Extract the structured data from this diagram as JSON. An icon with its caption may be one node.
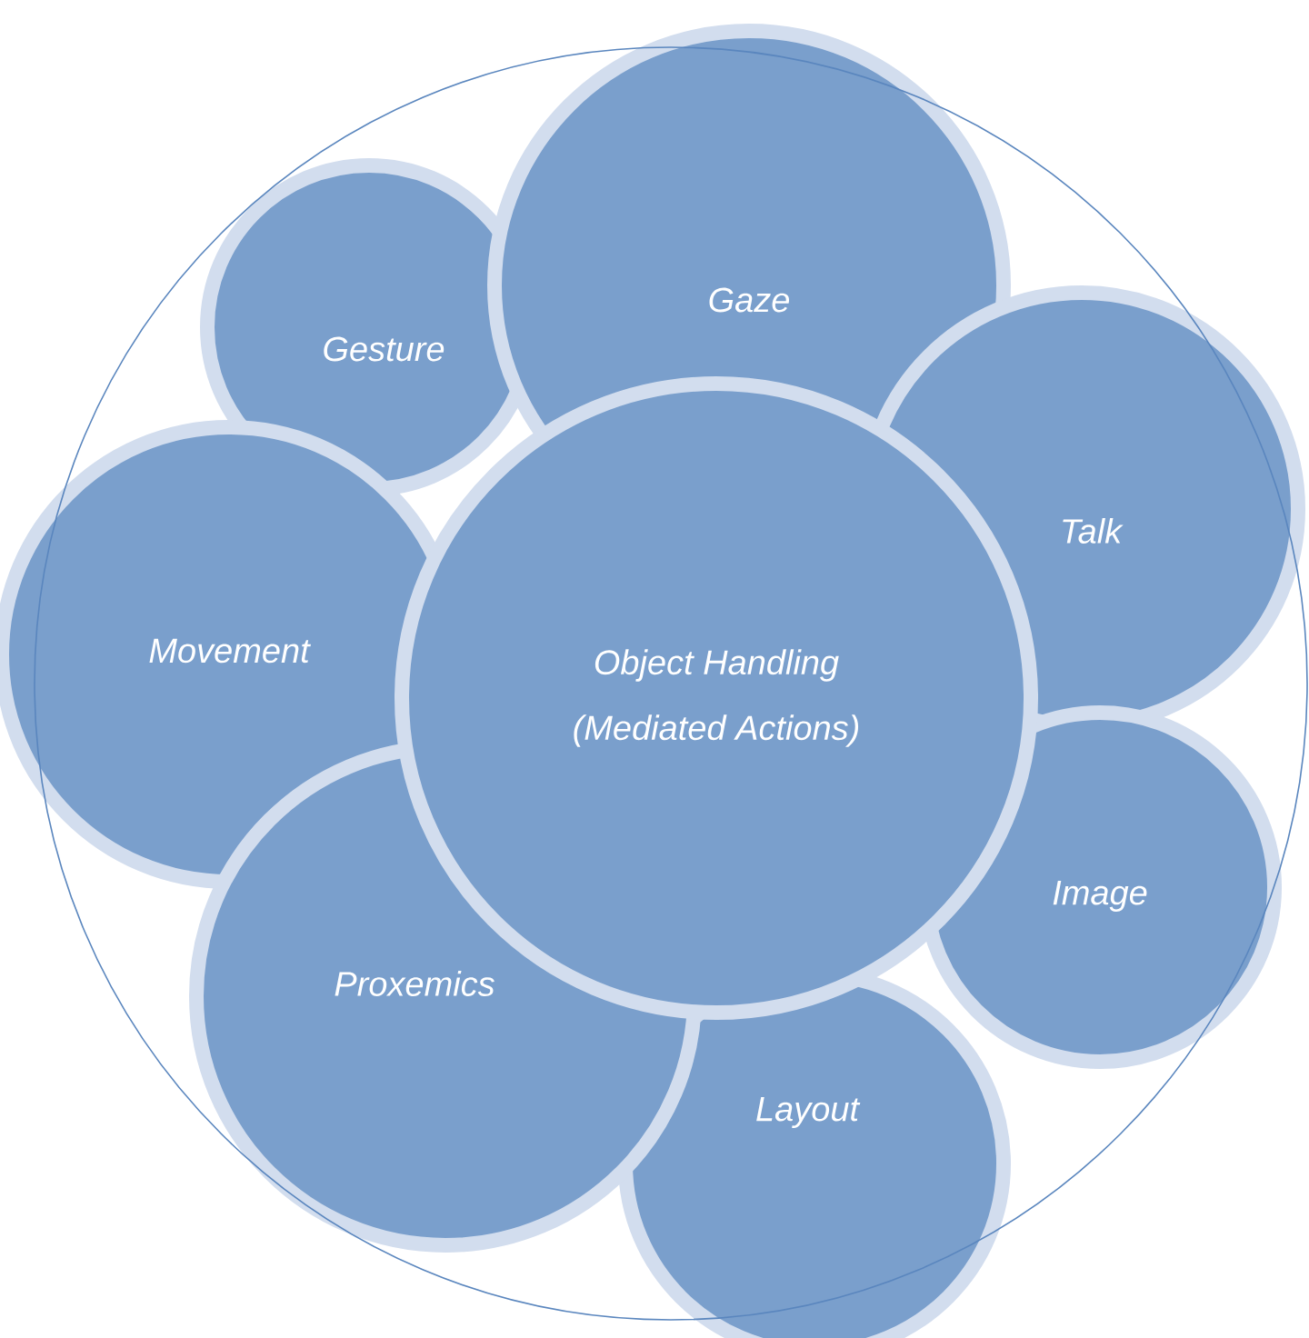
{
  "diagram": {
    "nodes": [
      {
        "text": [],
        "shape": "circle"
      },
      {
        "text": [
          "Gesture"
        ],
        "in": 0
      },
      {
        "text": [
          "Gaze"
        ],
        "in": 0
      },
      {
        "text": [
          "Talk"
        ],
        "in": 0
      },
      {
        "text": [
          "Movement"
        ],
        "in": 0
      },
      {
        "text": [
          "Object Handling",
          "(Mediated Actions)"
        ],
        "in": 0
      },
      {
        "text": [
          "Image"
        ],
        "in": 0
      },
      {
        "text": [
          "Proxemics"
        ],
        "in": 0
      },
      {
        "text": [
          "Layout"
        ],
        "in": 0
      }
    ]
  }
}
